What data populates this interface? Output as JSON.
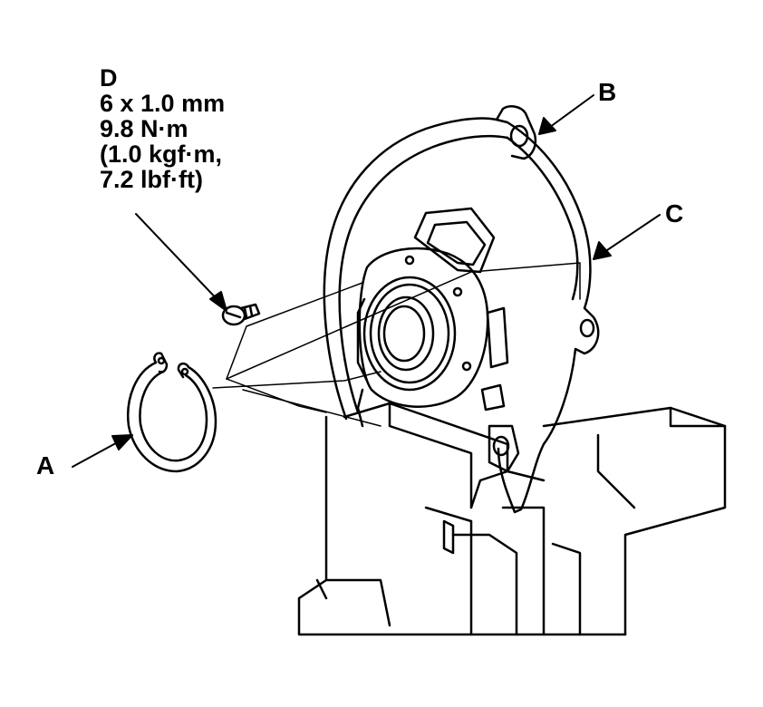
{
  "labels": {
    "a": "A",
    "b": "B",
    "c": "C",
    "d": "D"
  },
  "fastener_spec": {
    "size": "6 x 1.0 mm",
    "torque_nm": "9.8 N·m",
    "torque_kgfm": "(1.0 kgf·m,",
    "torque_lbfft": "7.2 lbf·ft)"
  },
  "colors": {
    "line": "#000000",
    "background": "#ffffff"
  }
}
